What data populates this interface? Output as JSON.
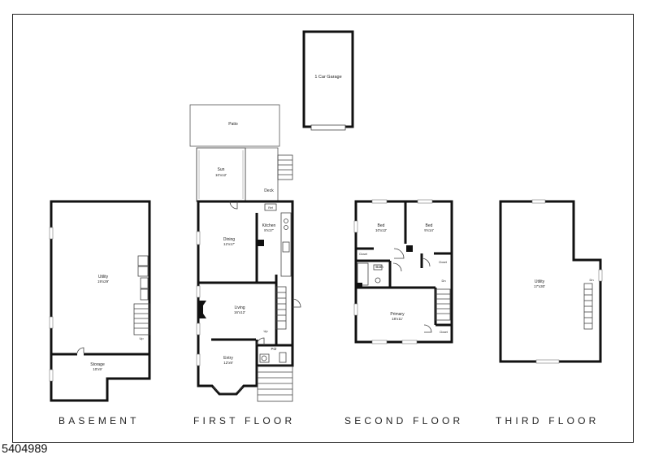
{
  "floors": [
    {
      "title": "BASEMENT"
    },
    {
      "title": "FIRST FLOOR"
    },
    {
      "title": "SECOND FLOOR"
    },
    {
      "title": "THIRD FLOOR"
    }
  ],
  "rooms": {
    "garage": "1 Car Garage",
    "patio": "Patio",
    "sun": {
      "name": "Sun",
      "size": "10'x12'"
    },
    "deck": "Deck",
    "utility_basement": {
      "name": "Utility",
      "size": "19'x29'"
    },
    "storage": {
      "name": "Storage",
      "size": "10'x9'"
    },
    "dining": {
      "name": "Dining",
      "size": "12'x17'"
    },
    "kitchen": {
      "name": "Kitchen",
      "size": "8'x17'"
    },
    "living": {
      "name": "Living",
      "size": "16'x12'"
    },
    "entry": {
      "name": "Entry",
      "size": "12'x9'"
    },
    "pdr": "Pdr",
    "bed1": {
      "name": "Bed",
      "size": "10'x12'"
    },
    "bed2": {
      "name": "Bed",
      "size": "9'x14'"
    },
    "bath": "Bath",
    "primary": {
      "name": "Primary",
      "size": "18'x11'"
    },
    "utility_third": {
      "name": "Utility",
      "size": "17'x30'"
    }
  },
  "annotations": {
    "closet": "Closet",
    "up": "Up",
    "dn": "Dn",
    "ref": "Ref"
  },
  "listing_id": "5404989"
}
